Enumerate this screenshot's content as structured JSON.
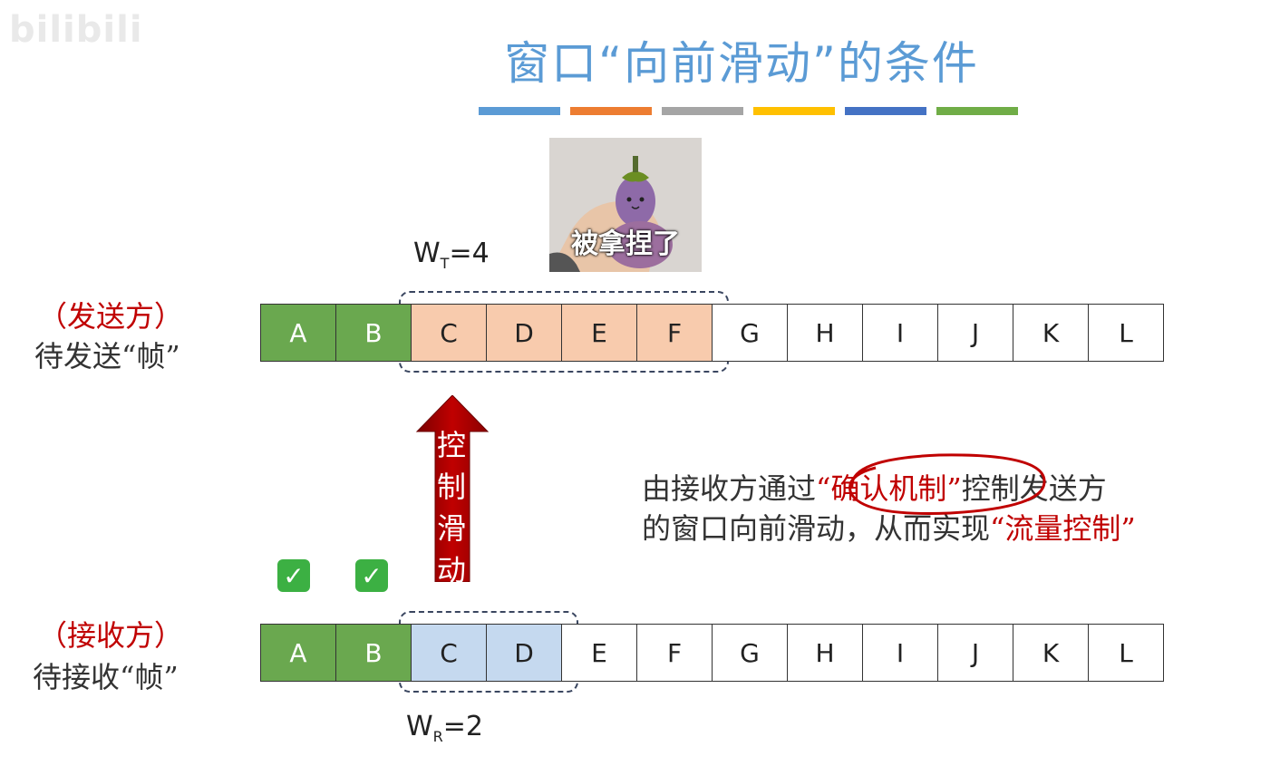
{
  "watermark": "bilibili",
  "title": "窗口“向前滑动”的条件",
  "deco_colors": [
    "#5b9bd5",
    "#ed7d31",
    "#a5a5a5",
    "#ffc000",
    "#4472c4",
    "#70ad47"
  ],
  "photo": {
    "caption": "被拿捏了"
  },
  "sender": {
    "role_label": "（发送方）",
    "desc_label": "待发送“帧”",
    "window_label_base": "W",
    "window_label_sub": "T",
    "window_label_value": "=4",
    "frames": [
      "A",
      "B",
      "C",
      "D",
      "E",
      "F",
      "G",
      "H",
      "I",
      "J",
      "K",
      "L"
    ],
    "acknowledged_count": 2,
    "window_size": 4
  },
  "receiver": {
    "role_label": "（接收方）",
    "desc_label": "待接收“帧”",
    "window_label_base": "W",
    "window_label_sub": "R",
    "window_label_value": "=2",
    "frames": [
      "A",
      "B",
      "C",
      "D",
      "E",
      "F",
      "G",
      "H",
      "I",
      "J",
      "K",
      "L"
    ],
    "received_count": 2,
    "window_size": 2
  },
  "arrow": {
    "text": [
      "控",
      "制",
      "滑",
      "动"
    ],
    "color": "#c00000"
  },
  "checks": [
    "✓",
    "✓"
  ],
  "note": {
    "line1_before": "由接收方通过",
    "line1_highlight": "“确认机制”",
    "line1_after": "控制发送方",
    "line2_before": "的窗口向前滑动，从而实现",
    "line2_highlight": "“流量控制”"
  }
}
